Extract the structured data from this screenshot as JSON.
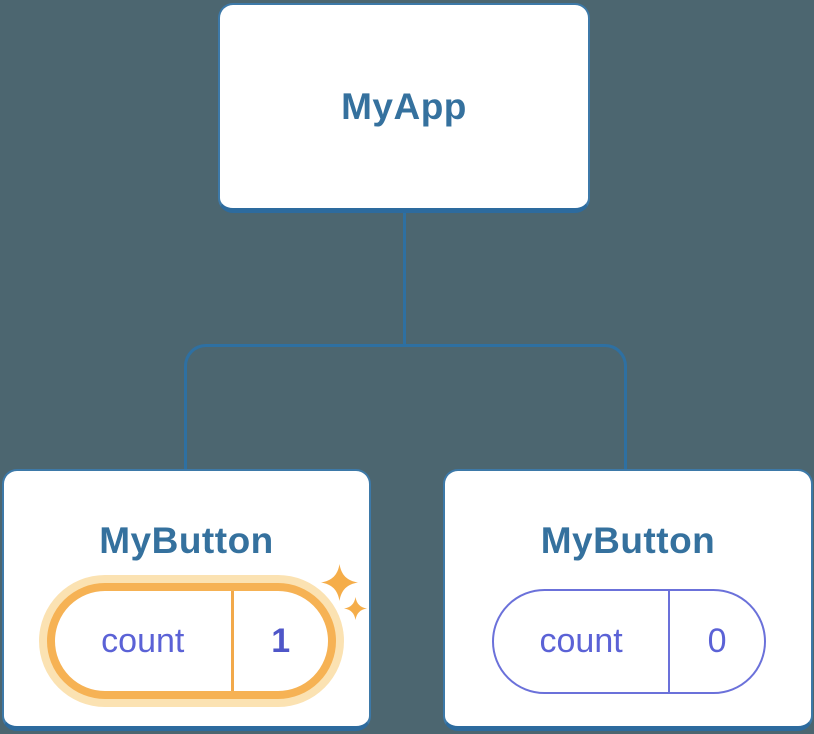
{
  "colors": {
    "background": "#4c6670",
    "connector": "#2e70a2",
    "node_border": "#3d79a8",
    "node_border_bottom": "#2d6b9e",
    "heading_blue": "#35719e",
    "state_purple": "#5b62d6",
    "state_value_bold_purple": "#4f56c8",
    "highlight_orange": "#f6b254",
    "highlight_halo": "#fbe2b2",
    "sparkle_orange": "#f5ad49"
  },
  "tree": {
    "root": {
      "label": "MyApp"
    },
    "children": [
      {
        "label": "MyButton",
        "state_key": "count",
        "state_value": "1",
        "highlighted": true,
        "icon": "sparkle-icon"
      },
      {
        "label": "MyButton",
        "state_key": "count",
        "state_value": "0",
        "highlighted": false
      }
    ]
  }
}
